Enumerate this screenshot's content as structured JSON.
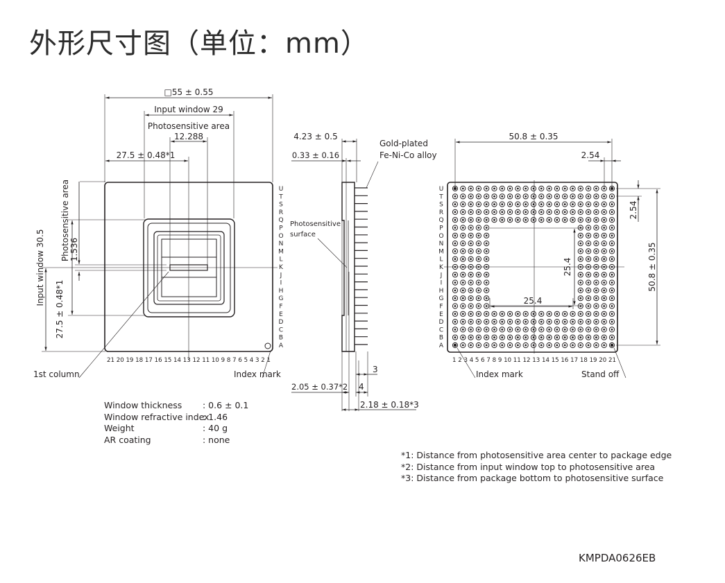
{
  "title": "外形尺寸图（单位：mm）",
  "front_view": {
    "dim_package": "□55 ± 0.55",
    "dim_input_window": "Input window 29",
    "dim_photosensitive_area": "Photosensitive area",
    "dim_area_width": "12.288",
    "dim_center_x": "27.5 ± 0.48*1",
    "dim_photosensitive_area_v": "Photosensitive area",
    "dim_area_height": "1.536",
    "dim_input_window_v": "Input window 30.5",
    "dim_center_y": "27.5 ± 0.48*1",
    "row_letters": [
      "U",
      "T",
      "S",
      "R",
      "Q",
      "P",
      "O",
      "N",
      "M",
      "L",
      "K",
      "J",
      "I",
      "H",
      "G",
      "F",
      "E",
      "D",
      "C",
      "B",
      "A"
    ],
    "column_numbers": "21 20 19 18 17 16 15 14 13 12 11 10 9 8 7 6 5 4 3 2 1",
    "label_first_column": "1st column",
    "label_index_mark": "Index mark"
  },
  "side_view": {
    "dim_height": "4.23 ± 0.5",
    "dim_top": "0.33 ± 0.16",
    "label_pin_material_1": "Gold-plated",
    "label_pin_material_2": "Fe-Ni-Co alloy",
    "label_surface_1": "Photosensitive",
    "label_surface_2": "surface",
    "dim_pin_len": "3",
    "dim_window_top": "2.05 ± 0.37*2",
    "dim_4": "4",
    "dim_bottom": "2.18 ± 0.18*3"
  },
  "bottom_view": {
    "dim_pitch_total_h": "50.8 ± 0.35",
    "dim_pitch": "2.54",
    "dim_pitch_v": "2.54",
    "dim_pitch_total_v": "50.8 ± 0.35",
    "dim_inner_v": "25.4",
    "dim_inner_h": "25.4",
    "row_letters": [
      "U",
      "T",
      "S",
      "R",
      "Q",
      "P",
      "O",
      "N",
      "M",
      "L",
      "K",
      "J",
      "I",
      "H",
      "G",
      "F",
      "E",
      "D",
      "C",
      "B",
      "A"
    ],
    "column_numbers": "1 2 3 4 5 6 7 8 9 10 11 12 13 14 15 16 17 18 19 20 21",
    "label_index_mark": "Index mark",
    "label_stand_off": "Stand off"
  },
  "specs": [
    {
      "label": "Window thickness",
      "value": ": 0.6 ± 0.1"
    },
    {
      "label": "Window refractive index",
      "value": ": 1.46"
    },
    {
      "label": "Weight",
      "value": ": 40 g"
    },
    {
      "label": "AR coating",
      "value": ": none"
    }
  ],
  "footnotes": [
    "*1: Distance from photosensitive area center to package edge",
    "*2: Distance from input window top to photosensitive area",
    "*3: Distance from package bottom to photosensitive surface"
  ],
  "drawing_code": "KMPDA0626EB"
}
